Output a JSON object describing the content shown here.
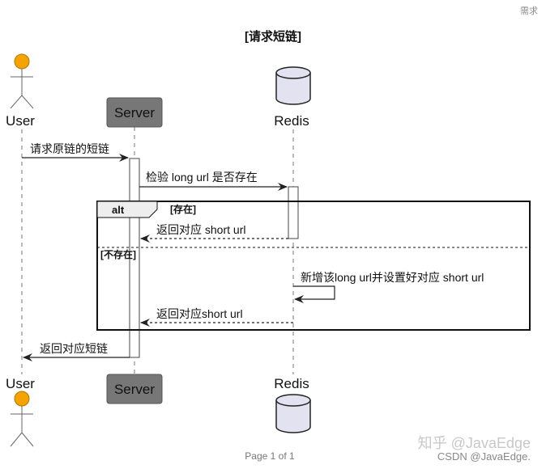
{
  "header": {
    "corner_label": "需求"
  },
  "diagram": {
    "title": "[请求短链]",
    "participants": [
      {
        "id": "user",
        "name": "User",
        "kind": "actor",
        "color": "#F5A300"
      },
      {
        "id": "server",
        "name": "Server",
        "kind": "participant",
        "color": "#777777"
      },
      {
        "id": "redis",
        "name": "Redis",
        "kind": "database",
        "color": "#E2E2F0"
      }
    ],
    "messages": [
      {
        "from": "User",
        "to": "Server",
        "label": "请求原链的短链",
        "style": "solid"
      },
      {
        "from": "Server",
        "to": "Redis",
        "label": "检验 long url 是否存在",
        "style": "solid"
      },
      {
        "from": "Redis",
        "to": "Server",
        "label": "返回对应 short url",
        "style": "dashed"
      },
      {
        "from": "Redis",
        "to": "Redis",
        "label": "新增该long url并设置好对应 short url",
        "style": "solid"
      },
      {
        "from": "Redis",
        "to": "Server",
        "label": "返回对应short url",
        "style": "dashed"
      },
      {
        "from": "Server",
        "to": "User",
        "label": "返回对应短链",
        "style": "solid"
      }
    ],
    "fragment": {
      "type": "alt",
      "conditions": [
        "[存在]",
        "[不存在]"
      ]
    }
  },
  "footer": {
    "page": "Page 1 of 1",
    "watermark_1": "知乎 @JavaEdge",
    "watermark_2": "CSDN @JavaEdge."
  }
}
